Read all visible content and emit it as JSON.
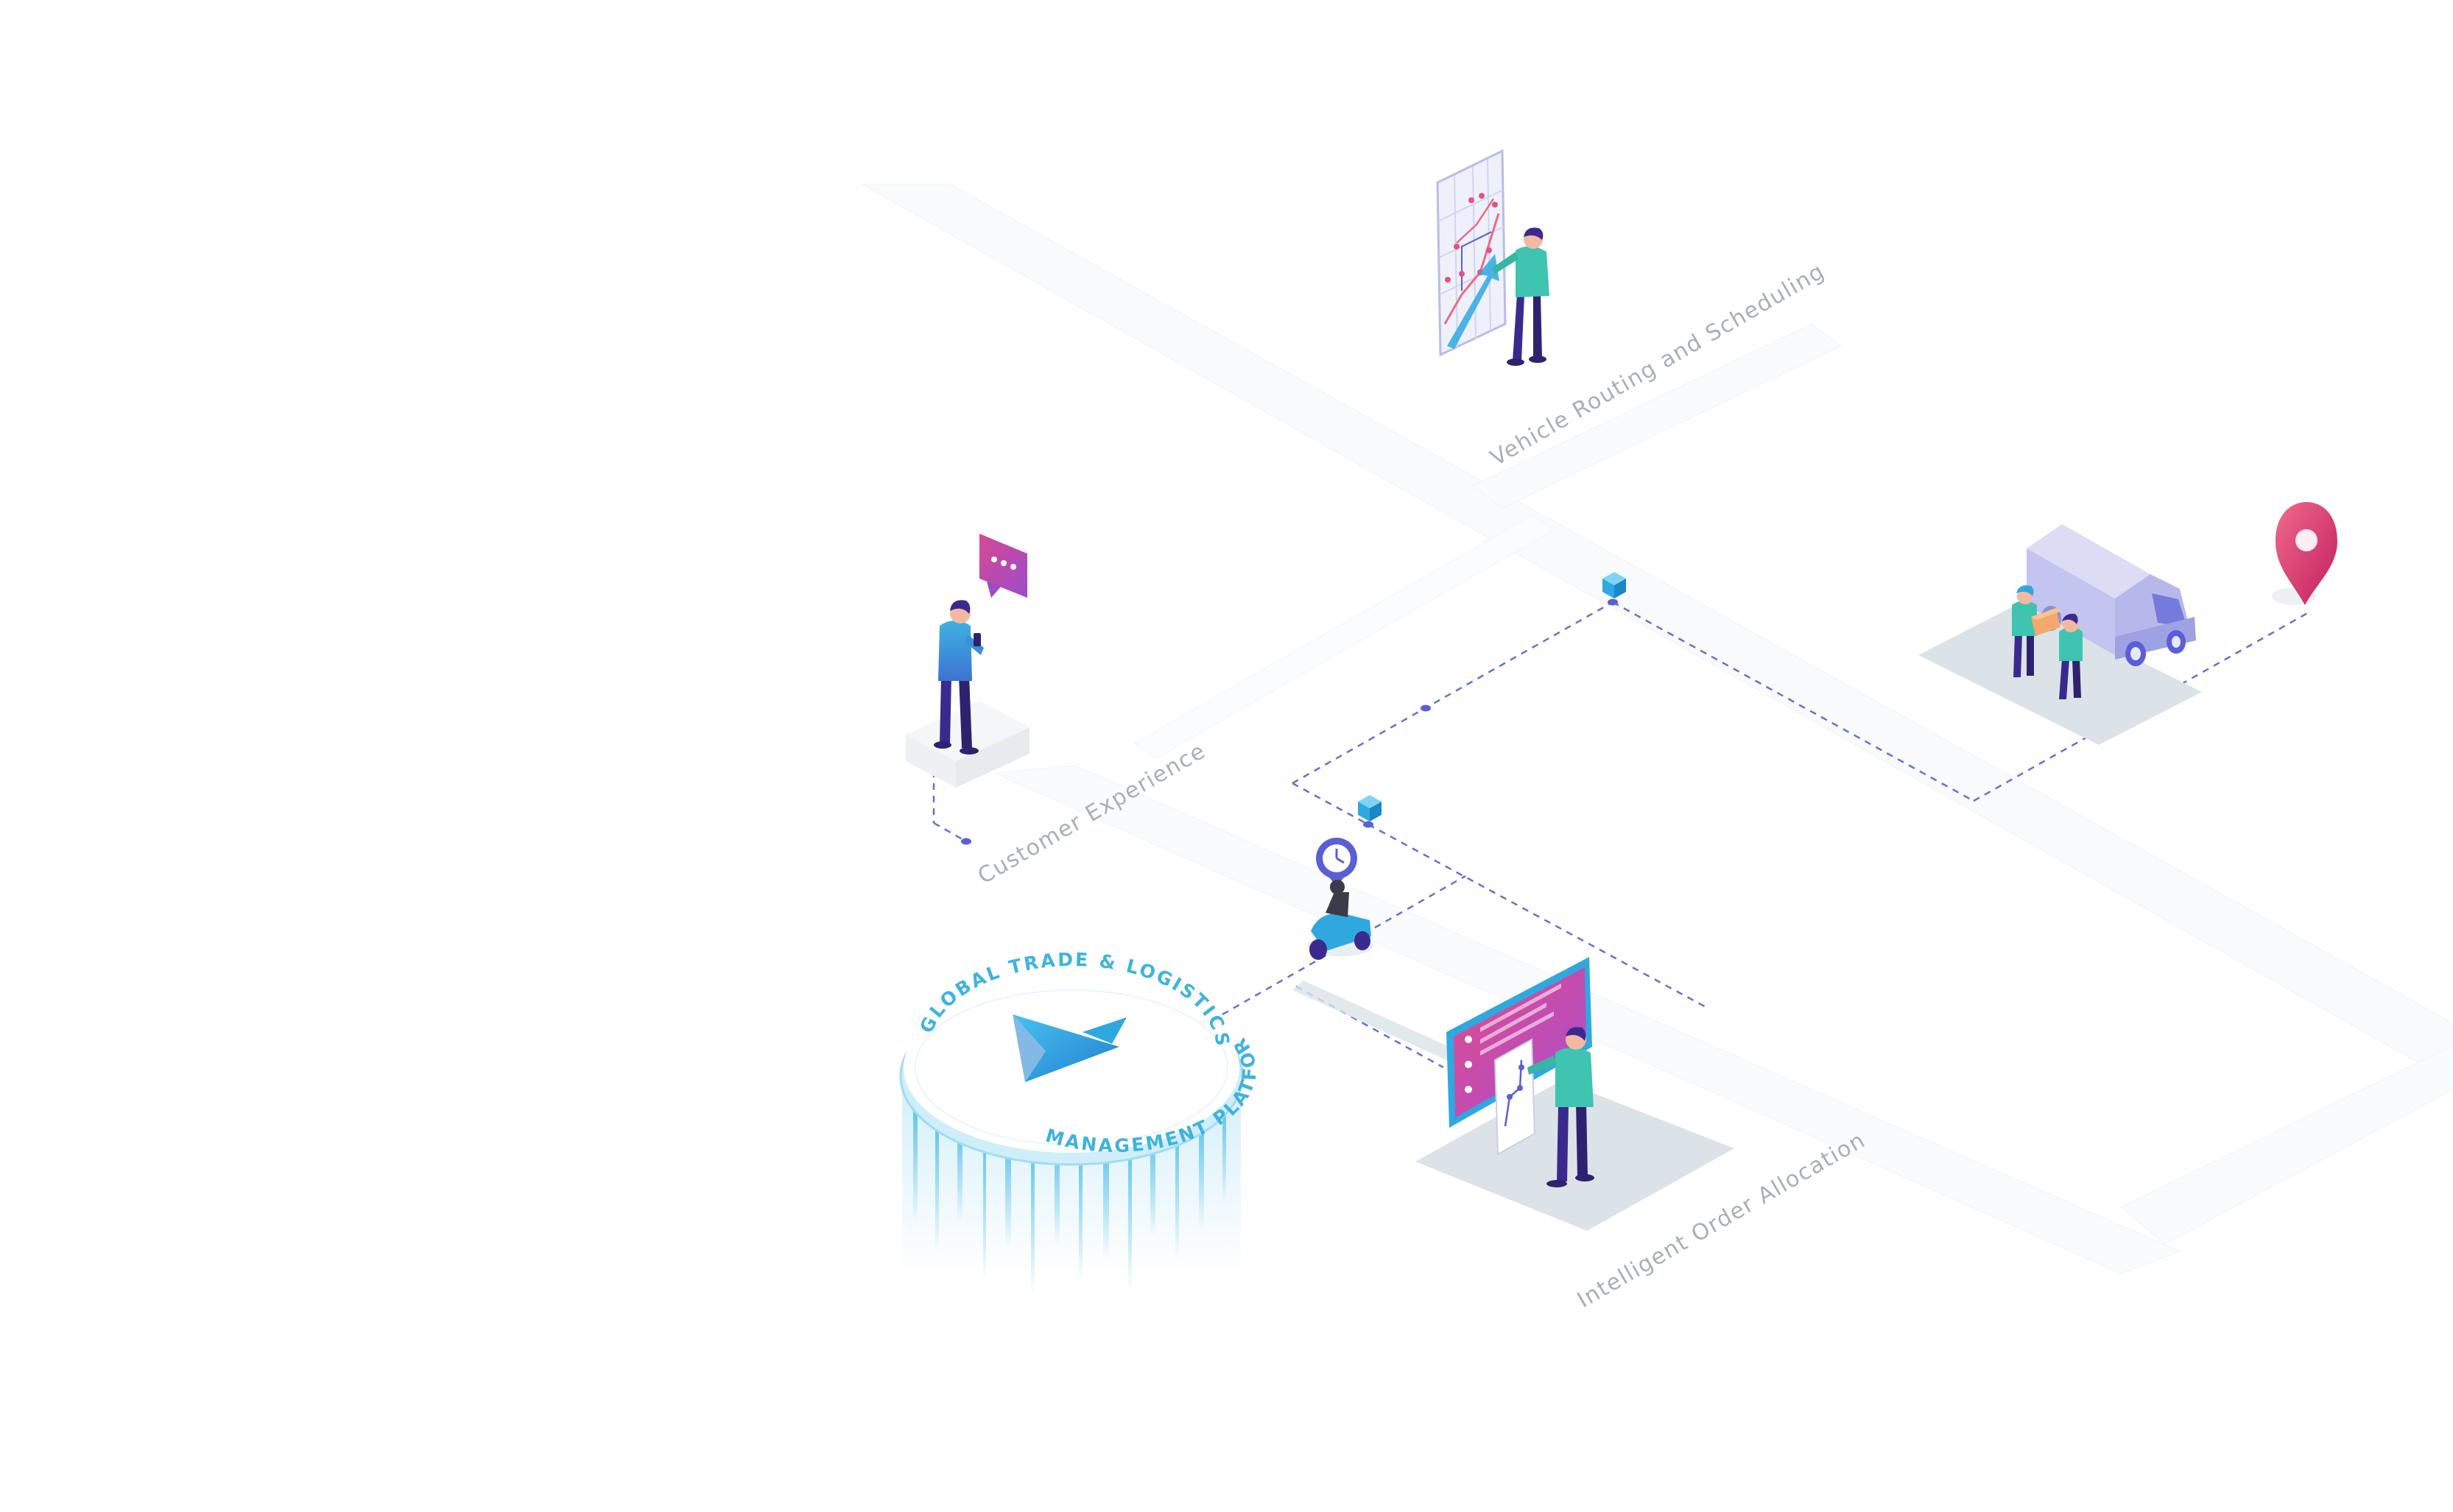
{
  "platform": {
    "arc_top": "GLOBAL TRADE & LOGISTICS",
    "arc_bottom": "MANAGEMENT PLATFORM"
  },
  "labels": {
    "routing": "Vehicle Routing and Scheduling",
    "customer": "Customer Experience",
    "order": "Intelligent Order Allocation"
  },
  "colors": {
    "accent_blue": "#2fa8e0",
    "accent_purple": "#5a5fd6",
    "accent_pink": "#d73f86",
    "figure_dark": "#3a2a8f",
    "figure_teal": "#3ec4b0",
    "platform_blue": "#45b8e6",
    "tile_gray": "#dbe3e8",
    "dashed_line": "#6670d6"
  },
  "icons": {
    "center": "paper-plane-logo-icon",
    "chat": "chat-bubble-icon",
    "pin": "location-pin-icon",
    "clock": "clock-icon",
    "box": "package-box-icon",
    "van": "delivery-van-icon",
    "scooter": "delivery-scooter-icon",
    "map": "route-map-icon",
    "screen": "order-screen-icon"
  }
}
